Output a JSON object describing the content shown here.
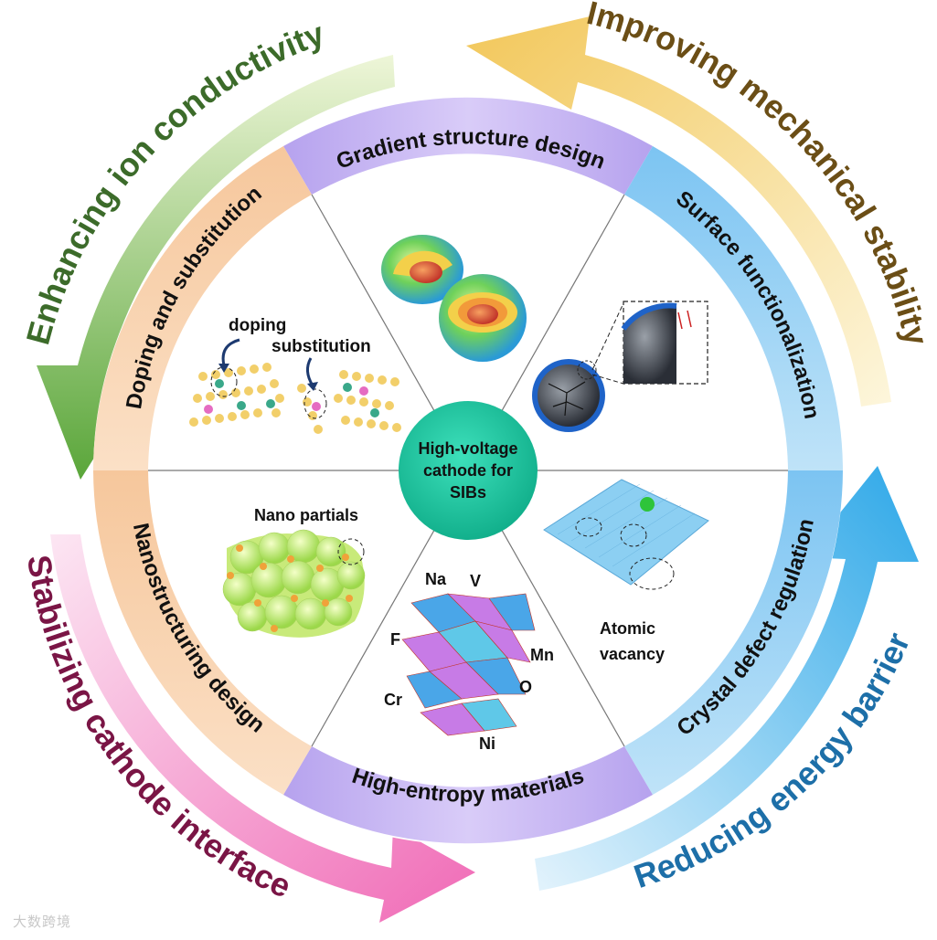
{
  "center": {
    "line1": "High-voltage",
    "line2": "cathode for",
    "line3": "SIBs",
    "color": "#1fc9a3"
  },
  "outer_arrows": [
    {
      "id": "ion",
      "label": "Enhancing ion conductivity",
      "text_color": "#3c6b2a",
      "arrow_color": "#6fb84a"
    },
    {
      "id": "mech",
      "label": "Improving mechanical stability",
      "text_color": "#6b4e16",
      "arrow_color": "#f2c75a"
    },
    {
      "id": "energy",
      "label": "Reducing energy barrier",
      "text_color": "#1d6fa8",
      "arrow_color": "#2ea8e8"
    },
    {
      "id": "interface",
      "label": "Stabilizing cathode interface",
      "text_color": "#7a1545",
      "arrow_color": "#f06ab6"
    }
  ],
  "segments": [
    {
      "id": "gradient",
      "label": "Gradient structure design",
      "color": "#c9b3f0"
    },
    {
      "id": "surface",
      "label": "Surface functionalization",
      "color": "#8fcbf2"
    },
    {
      "id": "defect",
      "label": "Crystal defect regulation",
      "color": "#8fcbf2"
    },
    {
      "id": "entropy",
      "label": "High-entropy materials",
      "color": "#c9b3f0"
    },
    {
      "id": "nano",
      "label": "Nanostructuring design",
      "color": "#f6c79c"
    },
    {
      "id": "doping",
      "label": "Doping and substitution",
      "color": "#f6c79c"
    }
  ],
  "annotations": {
    "doping": "doping",
    "substitution": "substitution",
    "nano_partials": "Nano partials",
    "atomic": "Atomic",
    "vacancy": "vacancy",
    "elements": {
      "na": "Na",
      "v": "V",
      "f": "F",
      "mn": "Mn",
      "o": "O",
      "cr": "Cr",
      "ni": "Ni"
    }
  },
  "watermark": "大数跨境"
}
